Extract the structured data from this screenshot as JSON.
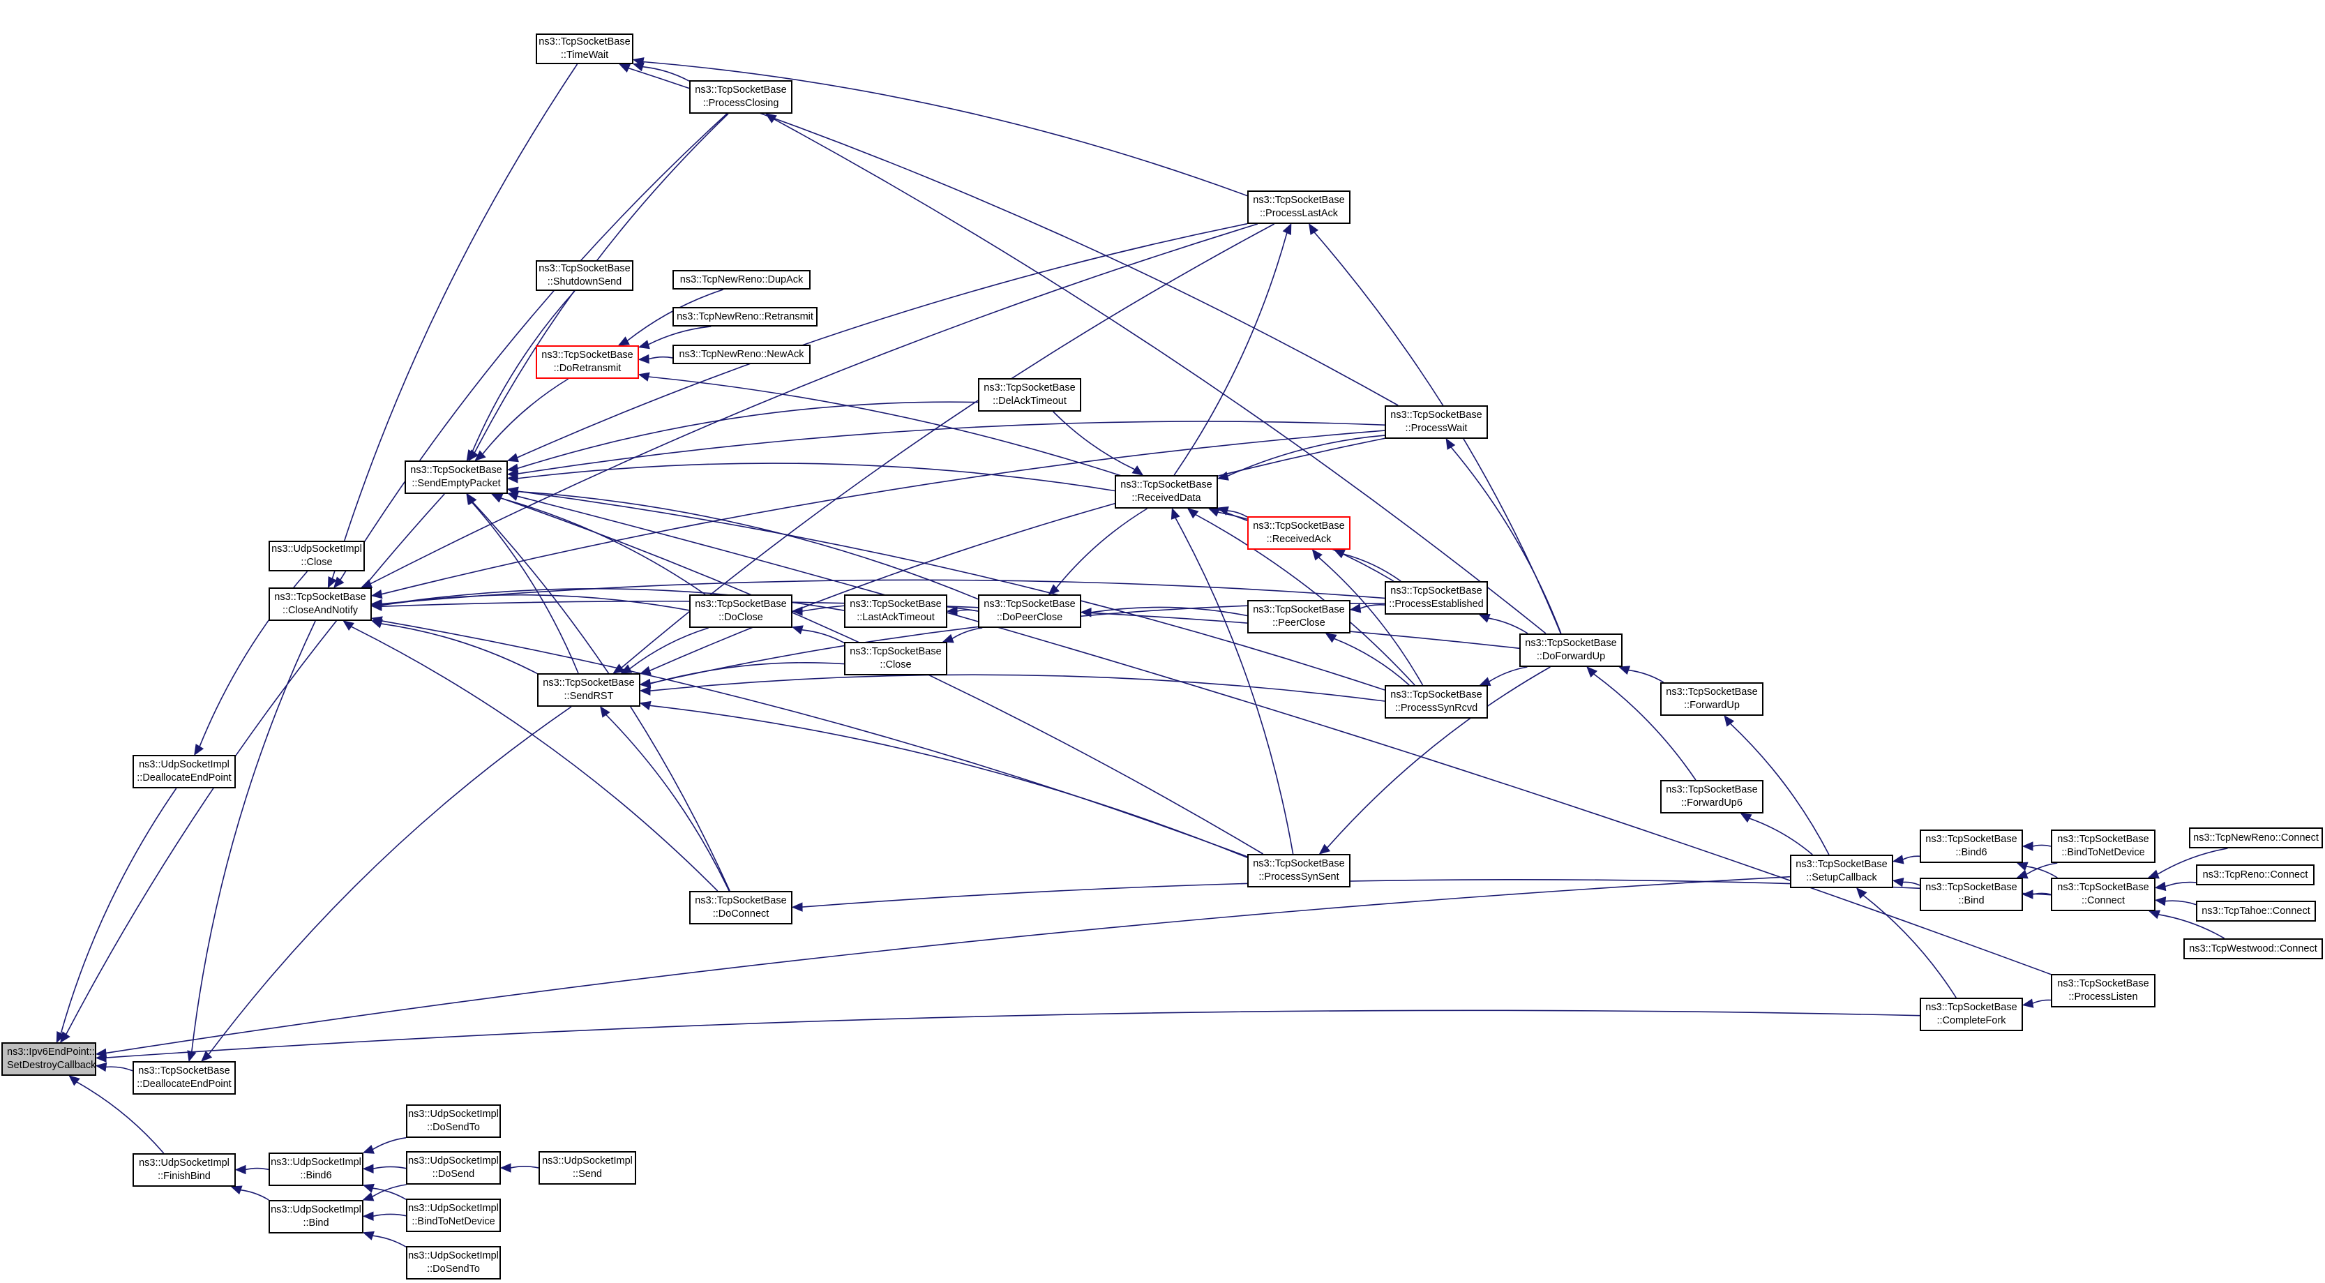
{
  "graph": {
    "edge_color": "#191970",
    "focus_fill": "#bfbfbf",
    "highlight_border": "#ff0000",
    "nodes": [
      {
        "id": "focus",
        "line1": "ns3::Ipv6EndPoint::",
        "line2": "SetDestroyCallback",
        "style": "focus"
      },
      {
        "id": "udp_dealloc",
        "line1": "ns3::UdpSocketImpl",
        "line2": "::DeallocateEndPoint"
      },
      {
        "id": "tcp_dealloc",
        "line1": "ns3::TcpSocketBase",
        "line2": "::DeallocateEndPoint"
      },
      {
        "id": "udp_finishbind",
        "line1": "ns3::UdpSocketImpl",
        "line2": "::FinishBind"
      },
      {
        "id": "udp_close",
        "line1": "ns3::UdpSocketImpl",
        "line2": "::Close"
      },
      {
        "id": "closeandnotify",
        "line1": "ns3::TcpSocketBase",
        "line2": "::CloseAndNotify"
      },
      {
        "id": "sendempty",
        "line1": "ns3::TcpSocketBase",
        "line2": "::SendEmptyPacket"
      },
      {
        "id": "timewait",
        "line1": "ns3::TcpSocketBase",
        "line2": "::TimeWait"
      },
      {
        "id": "procclosing",
        "line1": "ns3::TcpSocketBase",
        "line2": "::ProcessClosing"
      },
      {
        "id": "shutdownsend",
        "line1": "ns3::TcpSocketBase",
        "line2": "::ShutdownSend"
      },
      {
        "id": "doretransmit",
        "line1": "ns3::TcpSocketBase",
        "line2": "::DoRetransmit",
        "style": "red"
      },
      {
        "id": "nr_dupack",
        "line1": "ns3::TcpNewReno::DupAck",
        "line2": ""
      },
      {
        "id": "nr_retransmit",
        "line1": "ns3::TcpNewReno::Retransmit",
        "line2": ""
      },
      {
        "id": "nr_newack",
        "line1": "ns3::TcpNewReno::NewAck",
        "line2": ""
      },
      {
        "id": "sendrst",
        "line1": "ns3::TcpSocketBase",
        "line2": "::SendRST"
      },
      {
        "id": "doclose",
        "line1": "ns3::TcpSocketBase",
        "line2": "::DoClose"
      },
      {
        "id": "lastacktimeout",
        "line1": "ns3::TcpSocketBase",
        "line2": "::LastAckTimeout"
      },
      {
        "id": "tcpclose",
        "line1": "ns3::TcpSocketBase",
        "line2": "::Close"
      },
      {
        "id": "dopeerclose",
        "line1": "ns3::TcpSocketBase",
        "line2": "::DoPeerClose"
      },
      {
        "id": "delacktimeout",
        "line1": "ns3::TcpSocketBase",
        "line2": "::DelAckTimeout"
      },
      {
        "id": "receiveddata",
        "line1": "ns3::TcpSocketBase",
        "line2": "::ReceivedData"
      },
      {
        "id": "receivedack",
        "line1": "ns3::TcpSocketBase",
        "line2": "::ReceivedAck",
        "style": "red"
      },
      {
        "id": "peerclose",
        "line1": "ns3::TcpSocketBase",
        "line2": "::PeerClose"
      },
      {
        "id": "proclastack",
        "line1": "ns3::TcpSocketBase",
        "line2": "::ProcessLastAck"
      },
      {
        "id": "procwait",
        "line1": "ns3::TcpSocketBase",
        "line2": "::ProcessWait"
      },
      {
        "id": "procestablished",
        "line1": "ns3::TcpSocketBase",
        "line2": "::ProcessEstablished"
      },
      {
        "id": "procsynrcvd",
        "line1": "ns3::TcpSocketBase",
        "line2": "::ProcessSynRcvd"
      },
      {
        "id": "procsynsent",
        "line1": "ns3::TcpSocketBase",
        "line2": "::ProcessSynSent"
      },
      {
        "id": "doconnect",
        "line1": "ns3::TcpSocketBase",
        "line2": "::DoConnect"
      },
      {
        "id": "doforwardup",
        "line1": "ns3::TcpSocketBase",
        "line2": "::DoForwardUp"
      },
      {
        "id": "forwardup",
        "line1": "ns3::TcpSocketBase",
        "line2": "::ForwardUp"
      },
      {
        "id": "forwardup6",
        "line1": "ns3::TcpSocketBase",
        "line2": "::ForwardUp6"
      },
      {
        "id": "setupcallback",
        "line1": "ns3::TcpSocketBase",
        "line2": "::SetupCallback"
      },
      {
        "id": "tcp_bind6",
        "line1": "ns3::TcpSocketBase",
        "line2": "::Bind6"
      },
      {
        "id": "tcp_bind",
        "line1": "ns3::TcpSocketBase",
        "line2": "::Bind"
      },
      {
        "id": "tcp_bindnetdev",
        "line1": "ns3::TcpSocketBase",
        "line2": "::BindToNetDevice"
      },
      {
        "id": "tcp_connect",
        "line1": "ns3::TcpSocketBase",
        "line2": "::Connect"
      },
      {
        "id": "nr_connect",
        "line1": "ns3::TcpNewReno::Connect",
        "line2": ""
      },
      {
        "id": "reno_connect",
        "line1": "ns3::TcpReno::Connect",
        "line2": ""
      },
      {
        "id": "tahoe_connect",
        "line1": "ns3::TcpTahoe::Connect",
        "line2": ""
      },
      {
        "id": "westwood_connect",
        "line1": "ns3::TcpWestwood::Connect",
        "line2": ""
      },
      {
        "id": "proclisten",
        "line1": "ns3::TcpSocketBase",
        "line2": "::ProcessListen"
      },
      {
        "id": "completefork",
        "line1": "ns3::TcpSocketBase",
        "line2": "::CompleteFork"
      },
      {
        "id": "udp_bind6",
        "line1": "ns3::UdpSocketImpl",
        "line2": "::Bind6"
      },
      {
        "id": "udp_bind",
        "line1": "ns3::UdpSocketImpl",
        "line2": "::Bind"
      },
      {
        "id": "udp_dosendto1",
        "line1": "ns3::UdpSocketImpl",
        "line2": "::DoSendTo"
      },
      {
        "id": "udp_dosend",
        "line1": "ns3::UdpSocketImpl",
        "line2": "::DoSend"
      },
      {
        "id": "udp_bindnetdev",
        "line1": "ns3::UdpSocketImpl",
        "line2": "::BindToNetDevice"
      },
      {
        "id": "udp_dosendto2",
        "line1": "ns3::UdpSocketImpl",
        "line2": "::DoSendTo"
      },
      {
        "id": "udp_send",
        "line1": "ns3::UdpSocketImpl",
        "line2": "::Send"
      }
    ],
    "edges": [
      [
        "udp_dealloc",
        "focus"
      ],
      [
        "tcp_dealloc",
        "focus"
      ],
      [
        "udp_finishbind",
        "focus"
      ],
      [
        "setupcallback",
        "focus"
      ],
      [
        "completefork",
        "focus"
      ],
      [
        "sendempty",
        "focus"
      ],
      [
        "udp_close",
        "udp_dealloc"
      ],
      [
        "closeandnotify",
        "tcp_dealloc"
      ],
      [
        "sendrst",
        "tcp_dealloc"
      ],
      [
        "udp_bind6",
        "udp_finishbind"
      ],
      [
        "udp_bind",
        "udp_finishbind"
      ],
      [
        "udp_dosendto1",
        "udp_bind6"
      ],
      [
        "udp_dosend",
        "udp_bind6"
      ],
      [
        "udp_bindnetdev",
        "udp_bind6"
      ],
      [
        "udp_dosend",
        "udp_bind"
      ],
      [
        "udp_bindnetdev",
        "udp_bind"
      ],
      [
        "udp_dosendto2",
        "udp_bind"
      ],
      [
        "udp_send",
        "udp_dosend"
      ],
      [
        "timewait",
        "closeandnotify"
      ],
      [
        "procclosing",
        "closeandnotify"
      ],
      [
        "proclastack",
        "closeandnotify"
      ],
      [
        "procwait",
        "closeandnotify"
      ],
      [
        "procestablished",
        "closeandnotify"
      ],
      [
        "lastacktimeout",
        "closeandnotify"
      ],
      [
        "doclose",
        "closeandnotify"
      ],
      [
        "sendrst",
        "closeandnotify"
      ],
      [
        "doconnect",
        "closeandnotify"
      ],
      [
        "procsynsent",
        "closeandnotify"
      ],
      [
        "doforwardup",
        "closeandnotify"
      ],
      [
        "procclosing",
        "sendempty"
      ],
      [
        "proclastack",
        "sendempty"
      ],
      [
        "shutdownsend",
        "sendempty"
      ],
      [
        "doretransmit",
        "sendempty"
      ],
      [
        "delacktimeout",
        "sendempty"
      ],
      [
        "receiveddata",
        "sendempty"
      ],
      [
        "dopeerclose",
        "sendempty"
      ],
      [
        "doclose",
        "sendempty"
      ],
      [
        "doconnect",
        "sendempty"
      ],
      [
        "procsynsent",
        "sendempty"
      ],
      [
        "procsynrcvd",
        "sendempty"
      ],
      [
        "procwait",
        "sendempty"
      ],
      [
        "sendrst",
        "sendempty"
      ],
      [
        "proclisten",
        "sendempty"
      ],
      [
        "nr_dupack",
        "doretransmit"
      ],
      [
        "nr_retransmit",
        "doretransmit"
      ],
      [
        "nr_newack",
        "doretransmit"
      ],
      [
        "receivedack",
        "doretransmit"
      ],
      [
        "procclosing",
        "timewait"
      ],
      [
        "proclastack",
        "timewait"
      ],
      [
        "procwait",
        "timewait"
      ],
      [
        "doforwardup",
        "procclosing"
      ],
      [
        "doclose",
        "sendrst"
      ],
      [
        "tcpclose",
        "sendrst"
      ],
      [
        "procestablished",
        "sendrst"
      ],
      [
        "procsynrcvd",
        "sendrst"
      ],
      [
        "procsynsent",
        "sendrst"
      ],
      [
        "doconnect",
        "sendrst"
      ],
      [
        "proclastack",
        "sendrst"
      ],
      [
        "procwait",
        "sendrst"
      ],
      [
        "tcpclose",
        "doclose"
      ],
      [
        "dopeerclose",
        "doclose"
      ],
      [
        "dopeerclose",
        "lastacktimeout"
      ],
      [
        "dopeerclose",
        "tcpclose"
      ],
      [
        "peerclose",
        "dopeerclose"
      ],
      [
        "receiveddata",
        "dopeerclose"
      ],
      [
        "procestablished",
        "peerclose"
      ],
      [
        "procsynrcvd",
        "peerclose"
      ],
      [
        "delacktimeout",
        "receiveddata"
      ],
      [
        "procwait",
        "receiveddata"
      ],
      [
        "receivedack",
        "receiveddata"
      ],
      [
        "procestablished",
        "receiveddata"
      ],
      [
        "procsynrcvd",
        "receiveddata"
      ],
      [
        "procsynsent",
        "receiveddata"
      ],
      [
        "procestablished",
        "receivedack"
      ],
      [
        "procsynrcvd",
        "receivedack"
      ],
      [
        "receiveddata",
        "proclastack"
      ],
      [
        "doforwardup",
        "proclastack"
      ],
      [
        "doforwardup",
        "procwait"
      ],
      [
        "doforwardup",
        "procestablished"
      ],
      [
        "doforwardup",
        "procsynrcvd"
      ],
      [
        "doforwardup",
        "procsynsent"
      ],
      [
        "forwardup",
        "doforwardup"
      ],
      [
        "forwardup6",
        "doforwardup"
      ],
      [
        "setupcallback",
        "forwardup"
      ],
      [
        "setupcallback",
        "forwardup6"
      ],
      [
        "tcp_bind6",
        "setupcallback"
      ],
      [
        "tcp_bind",
        "setupcallback"
      ],
      [
        "completefork",
        "setupcallback"
      ],
      [
        "tcp_bindnetdev",
        "tcp_bind6"
      ],
      [
        "tcp_connect",
        "tcp_bind6"
      ],
      [
        "tcp_bindnetdev",
        "tcp_bind"
      ],
      [
        "tcp_connect",
        "tcp_bind"
      ],
      [
        "nr_connect",
        "tcp_connect"
      ],
      [
        "reno_connect",
        "tcp_connect"
      ],
      [
        "tahoe_connect",
        "tcp_connect"
      ],
      [
        "westwood_connect",
        "tcp_connect"
      ],
      [
        "proclisten",
        "completefork"
      ],
      [
        "tcp_connect",
        "doconnect"
      ]
    ]
  }
}
